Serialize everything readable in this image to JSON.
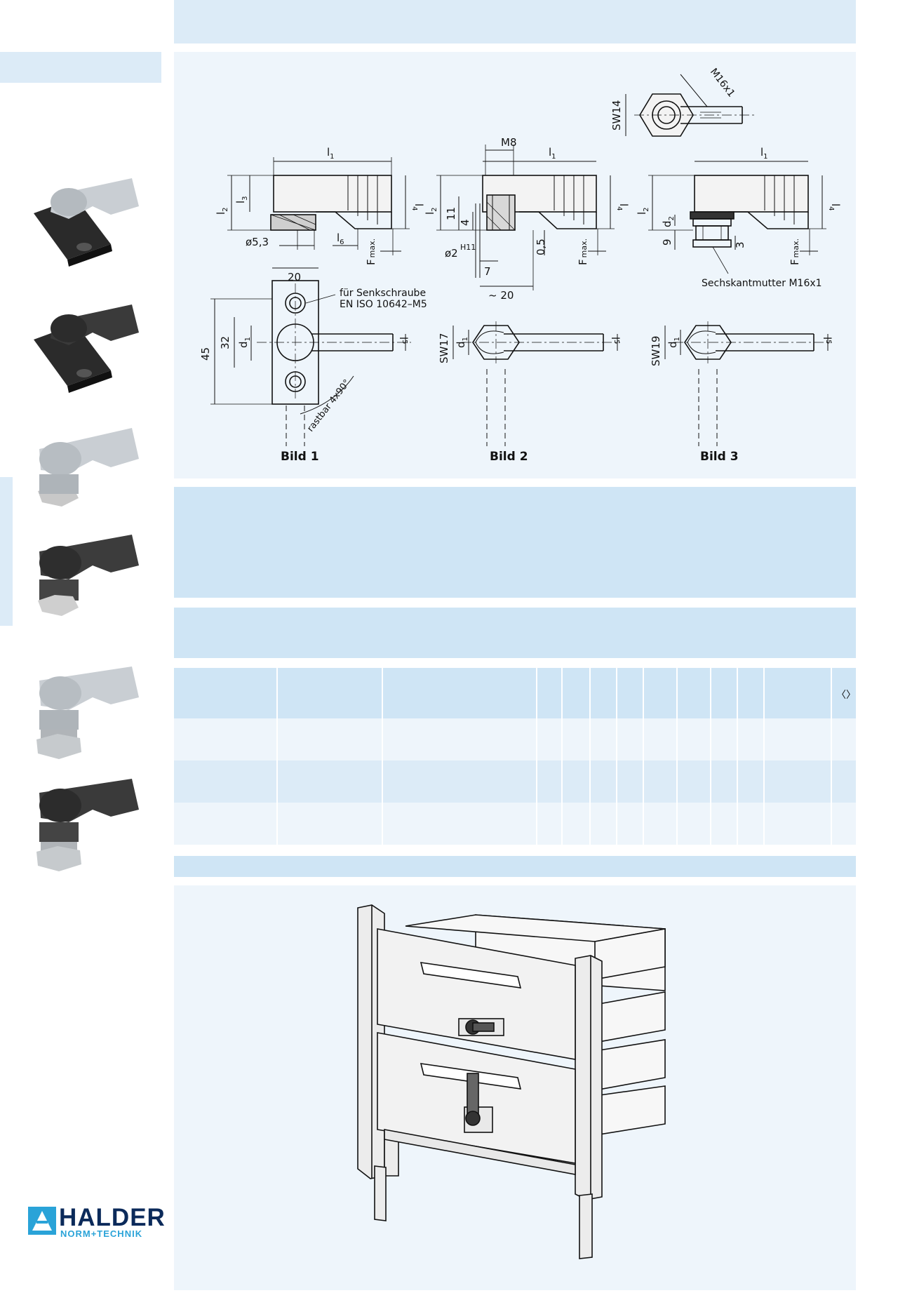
{
  "drawing": {
    "figure_labels": [
      "Bild 1",
      "Bild 2",
      "Bild 3"
    ],
    "fig1": {
      "dim_top": "l",
      "dim_top_sub": "1",
      "dim_l2": "l",
      "dim_l2_sub": "2",
      "dim_l3": "l",
      "dim_l3_sub": "3",
      "dim_l4": "l",
      "dim_l4_sub": "4",
      "dim_l6": "l",
      "dim_l6_sub": "6",
      "dia": "ø5,3",
      "fmax": "F",
      "fmax_sub": "max.",
      "width20": "20",
      "h45": "45",
      "h32": "32",
      "d1": "d",
      "d1_sub": "1",
      "l5": "l",
      "l5_sub": "5",
      "note_line1": "für Senkschraube",
      "note_line2": "EN ISO 10642–M5",
      "rastbar": "rastbar 4x90°"
    },
    "fig2": {
      "m8": "M8",
      "dim_top": "l",
      "dim_top_sub": "1",
      "dim_l2": "l",
      "dim_l2_sub": "2",
      "dim_l4": "l",
      "dim_l4_sub": "4",
      "v11": "11",
      "v4": "4",
      "dia2": "ø2",
      "h11": "H11",
      "v05": "0,5",
      "fmax": "F",
      "fmax_sub": "max.",
      "v7": "7",
      "v20": "~ 20",
      "sw17": "SW17",
      "d1": "d",
      "d1_sub": "1",
      "l5": "l",
      "l5_sub": "5"
    },
    "fig3": {
      "m16": "M16x1",
      "sw14": "SW14",
      "dim_top": "l",
      "dim_top_sub": "1",
      "dim_l2": "l",
      "dim_l2_sub": "2",
      "dim_l4": "l",
      "dim_l4_sub": "4",
      "d2": "d",
      "d2_sub": "2",
      "v9": "9",
      "v3": "3",
      "fmax": "F",
      "fmax_sub": "max.",
      "nut": "Sechskantmutter M16x1",
      "sw19": "SW19",
      "d1": "d",
      "d1_sub": "1",
      "l5": "l",
      "l5_sub": "5"
    }
  },
  "table": {
    "header_icon": "weight-icon"
  },
  "logo": {
    "brand": "HALDER",
    "tagline": "NORM+TECHNIK",
    "icon": "halder-logo-icon"
  },
  "colors": {
    "band": "#dcebf7",
    "panel": "#eef5fb",
    "logo_dark": "#0b2a5a",
    "logo_blue": "#2aa3d8"
  }
}
